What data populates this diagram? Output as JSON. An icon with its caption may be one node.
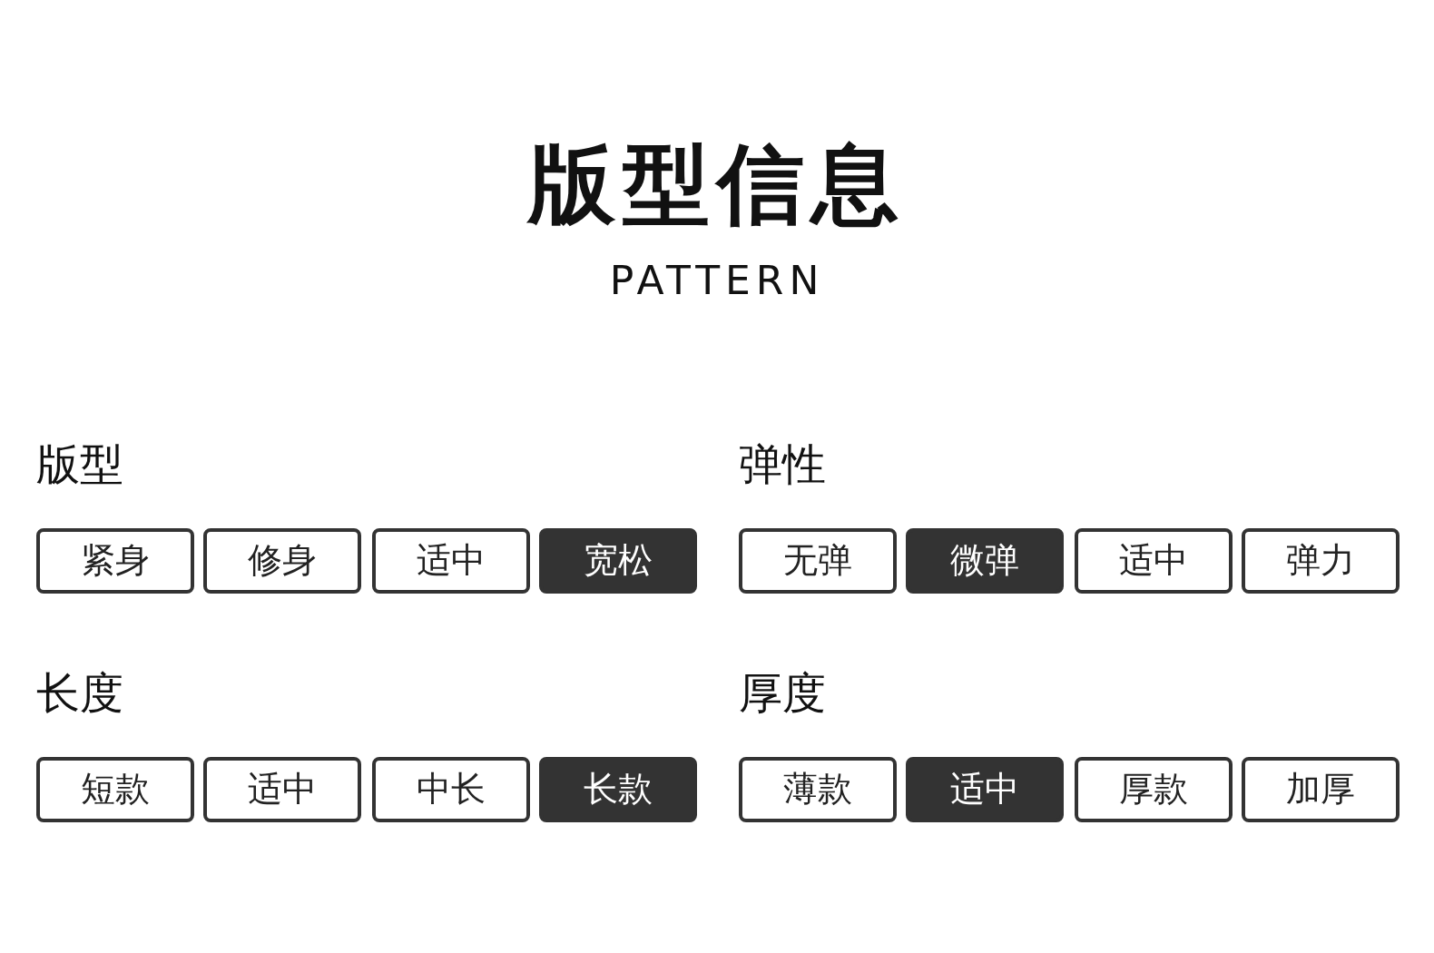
{
  "diagram": {
    "title": "版型信息",
    "labels": [
      "PATTERN",
      "版型",
      "弹性",
      "长度",
      "厚度"
    ],
    "nodes": [
      {
        "text": [
          "紧身"
        ]
      },
      {
        "text": [
          "修身"
        ]
      },
      {
        "text": [
          "适中"
        ]
      },
      {
        "text": [
          "宽松"
        ]
      },
      {
        "text": [
          "无弹"
        ]
      },
      {
        "text": [
          "微弹"
        ]
      },
      {
        "text": [
          "适中"
        ]
      },
      {
        "text": [
          "弹力"
        ]
      },
      {
        "text": [
          "短款"
        ]
      },
      {
        "text": [
          "适中"
        ]
      },
      {
        "text": [
          "中长"
        ]
      },
      {
        "text": [
          "长款"
        ]
      },
      {
        "text": [
          "薄款"
        ]
      },
      {
        "text": [
          "适中"
        ]
      },
      {
        "text": [
          "厚款"
        ]
      },
      {
        "text": [
          "加厚"
        ]
      }
    ]
  }
}
